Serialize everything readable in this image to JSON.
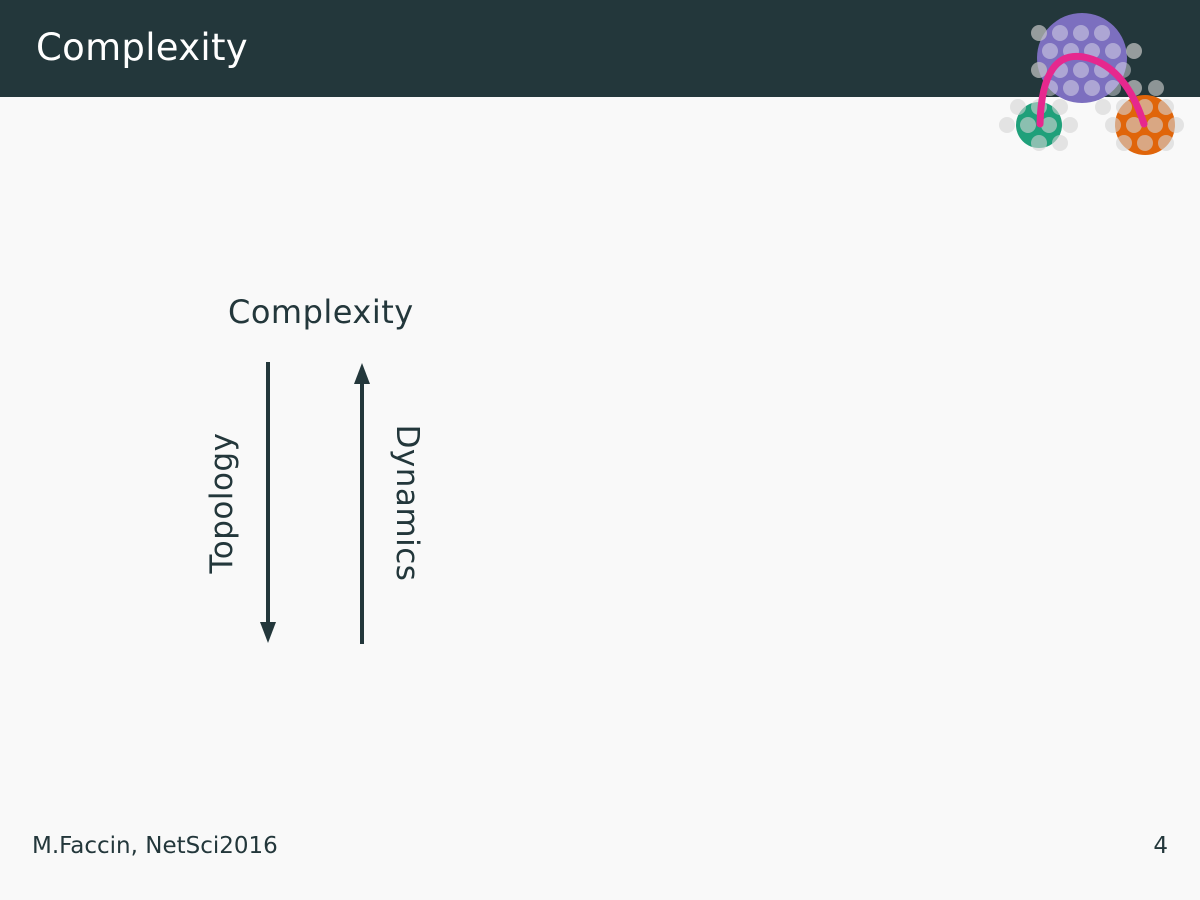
{
  "header": {
    "title": "Complexity"
  },
  "diagram": {
    "heading": "Complexity",
    "left_arrow_label": "Topology",
    "right_arrow_label": "Dynamics"
  },
  "footer": {
    "author": "M.Faccin, NetSci2016",
    "page_number": "4"
  },
  "logo": {
    "icon_name": "network-communities-logo",
    "colors": {
      "purple": "#7c6fbf",
      "green": "#1fa07a",
      "orange": "#e0650a",
      "magenta": "#e6288e",
      "dots": "#d0d0d0"
    }
  },
  "colors": {
    "header_background": "#23373b",
    "page_background": "#f9f9f9",
    "text": "#23373b"
  }
}
